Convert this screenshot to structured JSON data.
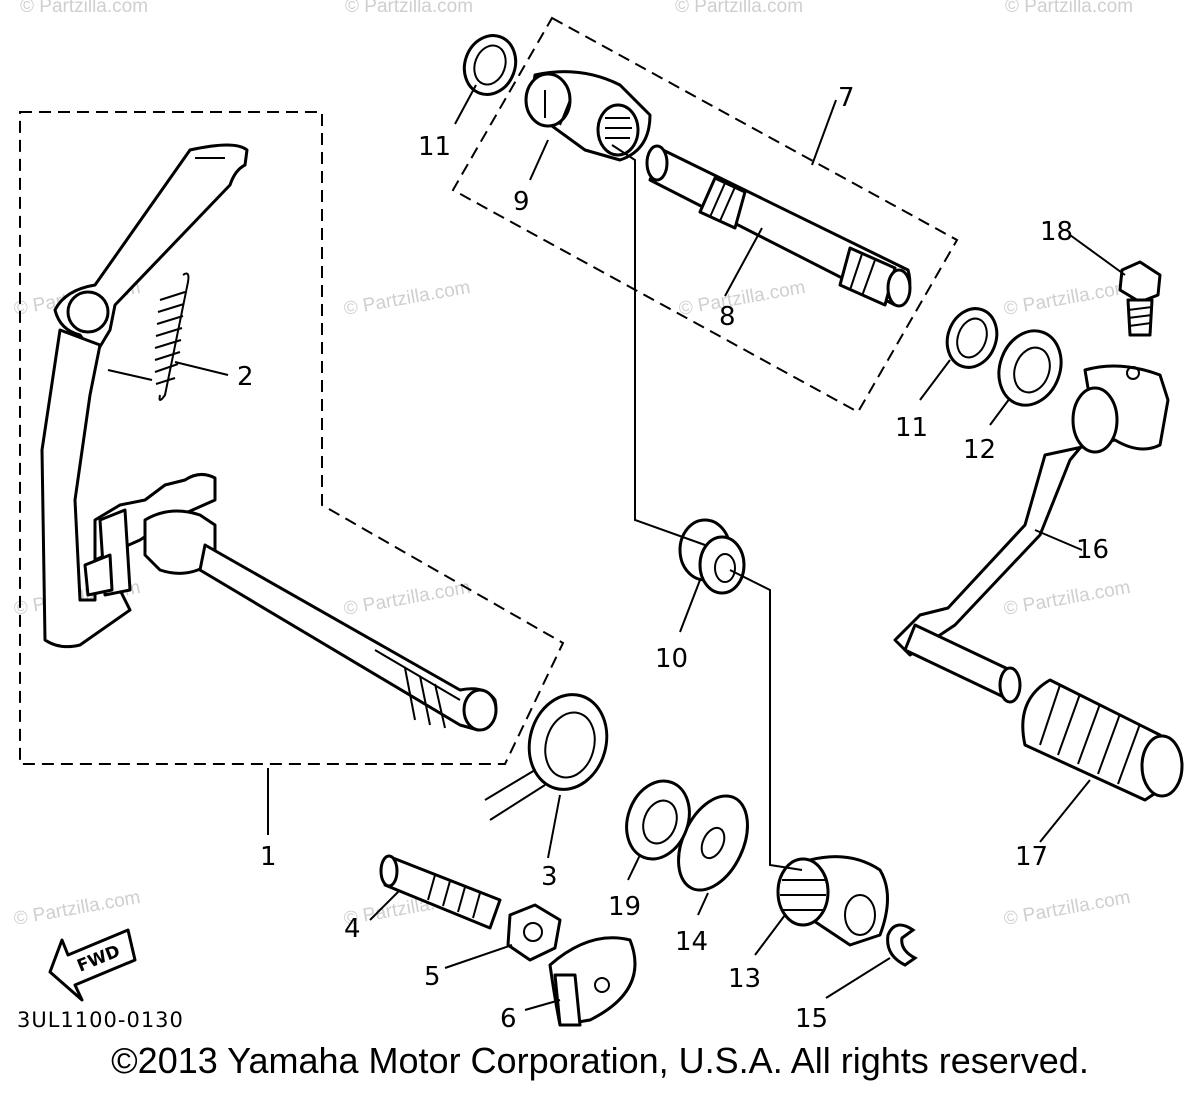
{
  "watermarks": [
    "© Partzilla.com",
    "© Partzilla.com",
    "© Partzilla.com",
    "© Partzilla.com",
    "© Partzilla.com",
    "© Partzilla.com",
    "© Partzilla.com",
    "© Partzilla.com",
    "© Partzilla.com",
    "© Partzilla.com",
    "© Partzilla.com",
    "© Partzilla.com",
    "© Partzilla.com",
    "© Partzilla.com"
  ],
  "callouts": [
    "1",
    "2",
    "3",
    "4",
    "5",
    "6",
    "7",
    "8",
    "9",
    "10",
    "11",
    "11",
    "12",
    "13",
    "14",
    "15",
    "16",
    "17",
    "18",
    "19"
  ],
  "direction_label": "FWD",
  "diagram_code": "3UL1100-0130",
  "copyright": "©2013 Yamaha Motor Corporation, U.S.A. All rights reserved."
}
